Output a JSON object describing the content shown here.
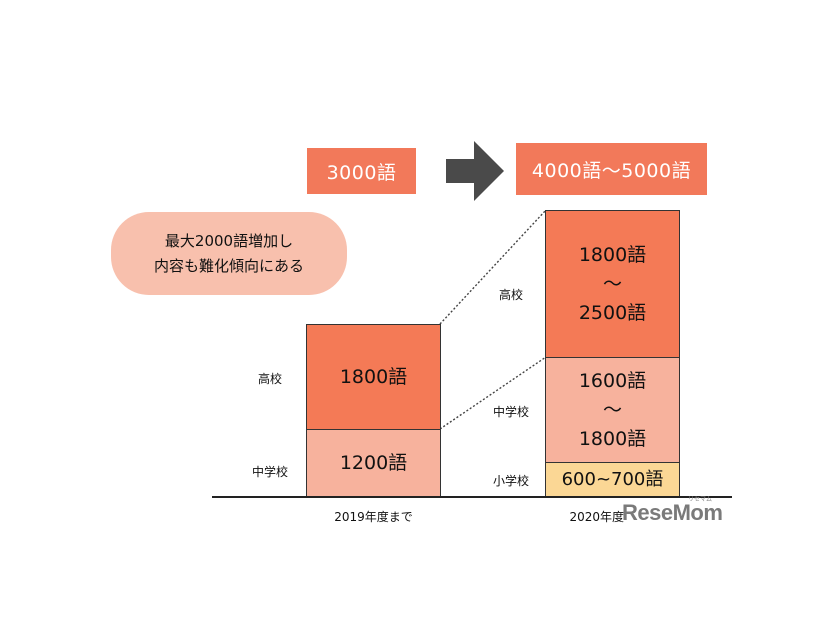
{
  "totals": {
    "before": "3000語",
    "after": "4000語～5000語"
  },
  "callout": {
    "line1": "最大2000語増加し",
    "line2": "内容も難化傾向にある"
  },
  "columns": {
    "before": {
      "label": "2019年度まで",
      "high_school": {
        "level": "高校",
        "value": "1800語"
      },
      "junior_high": {
        "level": "中学校",
        "value": "1200語"
      }
    },
    "after": {
      "label": "2020年度",
      "high_school": {
        "level": "高校",
        "from": "1800語",
        "sep": "～",
        "to": "2500語"
      },
      "junior_high": {
        "level": "中学校",
        "from": "1600語",
        "sep": "～",
        "to": "1800語"
      },
      "elementary": {
        "level": "小学校",
        "value": "600~700語"
      }
    }
  },
  "watermark": {
    "logo": "ReseMom",
    "kana": "リセマム"
  },
  "colors": {
    "high_school": "#f47a56",
    "junior_high": "#f7b29d",
    "elementary": "#fbd795",
    "total_box": "#f2795a",
    "arrow": "#4a4a4a"
  }
}
